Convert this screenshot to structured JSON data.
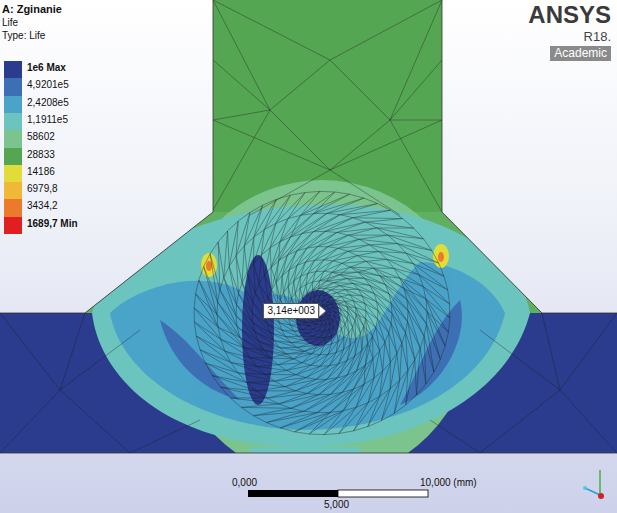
{
  "diagram": {
    "nodes": [
      {
        "text": [
          "3,14e+003"
        ]
      }
    ],
    "labels": [
      "A: Zginanie",
      "Life",
      "Type: Life",
      "ANSYS",
      "R18.",
      "Academic",
      "0,000",
      "10,000 (mm)",
      "5,000"
    ],
    "legend": [
      {
        "text": "1e6 Max",
        "color": "#2b3c8e"
      },
      {
        "text": "4,9201e5",
        "color": "#3d6fb5"
      },
      {
        "text": "2,4208e5",
        "color": "#4aa3c9"
      },
      {
        "text": "1,1911e5",
        "color": "#6cc4bf"
      },
      {
        "text": "58602",
        "color": "#7cc48e"
      },
      {
        "text": "28833",
        "color": "#55a653"
      },
      {
        "text": "14186",
        "color": "#e2dc3a"
      },
      {
        "text": "6979,8",
        "color": "#efb836"
      },
      {
        "text": "3434,2",
        "color": "#ec7a2c"
      },
      {
        "text": "1689,7 Min",
        "color": "#e02020"
      }
    ]
  }
}
